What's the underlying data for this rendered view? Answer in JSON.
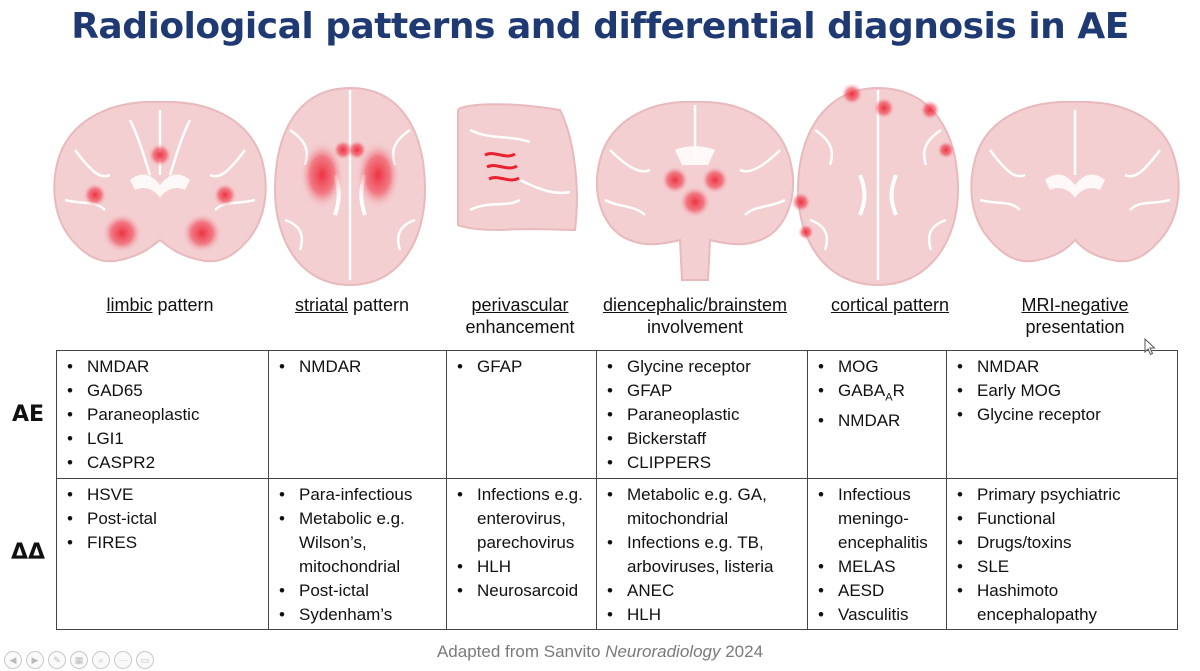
{
  "title": "Radiological patterns and differential diagnosis in AE",
  "patterns": [
    {
      "underlined": "limbic",
      "rest": " pattern",
      "line2": ""
    },
    {
      "underlined": "striatal",
      "rest": " pattern",
      "line2": ""
    },
    {
      "underlined": "perivascular",
      "rest": "",
      "line2": "enhancement"
    },
    {
      "underlined": "diencephalic/brainstem",
      "rest": "",
      "line2": "involvement"
    },
    {
      "underlined": "cortical pattern",
      "rest": "",
      "line2": ""
    },
    {
      "underlined": "MRI-negative",
      "rest": "",
      "line2": "presentation"
    }
  ],
  "rows": {
    "ae_label": "AE",
    "dd_label": "ΔΔ"
  },
  "ae": {
    "limbic": [
      "NMDAR",
      "GAD65",
      "Paraneoplastic",
      "LGI1",
      "CASPR2"
    ],
    "striatal": [
      "NMDAR"
    ],
    "perivascular": [
      "GFAP"
    ],
    "diencephalic": [
      "Glycine receptor",
      "GFAP",
      "Paraneoplastic",
      "Bickerstaff",
      "CLIPPERS"
    ],
    "cortical_1": "MOG",
    "cortical_2_main": "GABA",
    "cortical_2_sub": "A",
    "cortical_2_end": "R",
    "cortical_3": "NMDAR",
    "mri_negative": [
      "NMDAR",
      "Early MOG",
      "Glycine receptor"
    ]
  },
  "dd": {
    "limbic": [
      "HSVE",
      "Post-ictal",
      "FIRES"
    ],
    "striatal": [
      "Para-infectious",
      "Metabolic e.g. Wilson’s, mitochondrial",
      "Post-ictal",
      "Sydenham’s"
    ],
    "perivascular": [
      "Infections e.g. enterovirus, parechovirus",
      "HLH",
      "Neurosarcoid"
    ],
    "diencephalic": [
      "Metabolic e.g. GA, mitochondrial",
      "Infections e.g. TB, arboviruses, listeria",
      "ANEC",
      "HLH"
    ],
    "cortical": [
      "Infectious meningo-encephalitis",
      "MELAS",
      "AESD",
      "Vasculitis"
    ],
    "mri_negative": [
      "Primary psychiatric",
      "Functional",
      "Drugs/toxins",
      "SLE",
      "Hashimoto encephalopathy"
    ]
  },
  "caption": {
    "prefix": "Adapted from Sanvito ",
    "journal": "Neuroradiology",
    "year": " 2024"
  },
  "colors": {
    "title": "#1f3a73",
    "brain_fill": "#f3cfd1",
    "brain_line": "#ffffff",
    "lesion": "#ee2a3a"
  }
}
